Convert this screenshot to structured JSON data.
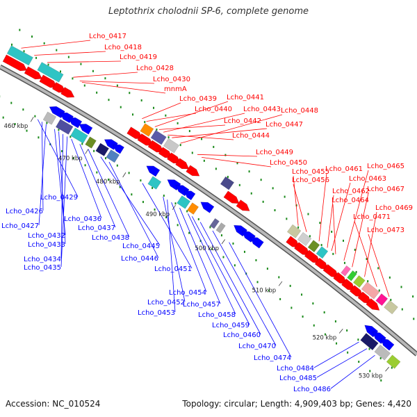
{
  "title": "Leptothrix cholodnii SP-6, complete genome",
  "footer": {
    "accession": "Accession: NC_010524",
    "summary": "Topology: circular; Length: 4,909,403 bp; Genes: 4,420"
  },
  "colors": {
    "forward": "#ff0000",
    "reverse": "#0000ff",
    "backbone": "#888888",
    "dot": "#1a8a1a"
  },
  "ticks": [
    "460 kbp",
    "470 kbp",
    "480 kbp",
    "490 kbp",
    "500 kbp",
    "510 kbp",
    "520 kbp",
    "530 kbp"
  ],
  "forward_labels": [
    "Lcho_0417",
    "Lcho_0418",
    "Lcho_0419",
    "Lcho_0428",
    "Lcho_0430",
    "mnmA",
    "Lcho_0439",
    "Lcho_0440",
    "Lcho_0441",
    "Lcho_0442",
    "Lcho_0443",
    "Lcho_0444",
    "Lcho_0447",
    "Lcho_0448",
    "Lcho_0449",
    "Lcho_0450",
    "Lcho_0455",
    "Lcho_0456",
    "Lcho_0461",
    "Lcho_0462",
    "Lcho_0463",
    "Lcho_0464",
    "Lcho_0465",
    "Lcho_0467",
    "Lcho_0469",
    "Lcho_0471",
    "Lcho_0473"
  ],
  "reverse_labels": [
    "Lcho_0429",
    "Lcho_0426",
    "Lcho_0427",
    "Lcho_0432",
    "Lcho_0433",
    "Lcho_0434",
    "Lcho_0435",
    "Lcho_0436",
    "Lcho_0437",
    "Lcho_0438",
    "Lcho_0445",
    "Lcho_0446",
    "Lcho_0451",
    "Lcho_0452",
    "Lcho_0453",
    "Lcho_0454",
    "Lcho_0457",
    "Lcho_0458",
    "Lcho_0459",
    "Lcho_0460",
    "Lcho_0470",
    "Lcho_0474",
    "Lcho_0484",
    "Lcho_0485",
    "Lcho_0486"
  ]
}
